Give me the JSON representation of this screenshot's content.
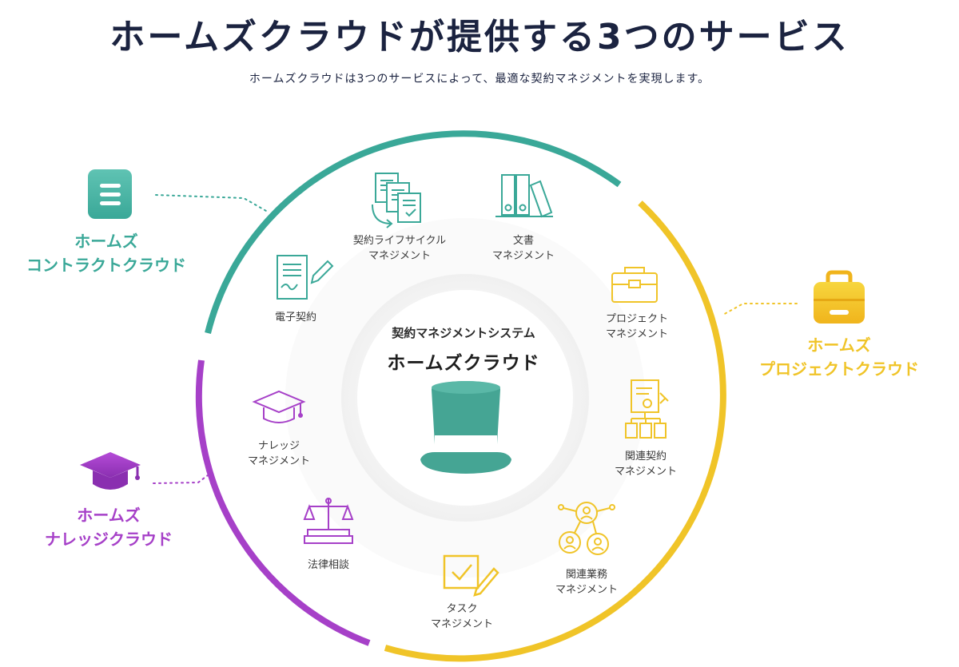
{
  "title": "ホームズクラウドが提供する3つのサービス",
  "subtitle": "ホームズクラウドは3つのサービスによって、最適な契約マネジメントを実現します。",
  "center": {
    "subtitle": "契約マネジメントシステム",
    "name": "ホームズクラウド",
    "icon": "top-hat-icon"
  },
  "clouds": {
    "contract": {
      "line1": "ホームズ",
      "line2": "コントラクトクラウド",
      "color": "#3aa898",
      "icon": "document-icon"
    },
    "project": {
      "line1": "ホームズ",
      "line2": "プロジェクトクラウド",
      "color": "#f0c428",
      "icon": "briefcase-icon"
    },
    "knowledge": {
      "line1": "ホームズ",
      "line2": "ナレッジクラウド",
      "color": "#a640c8",
      "icon": "graduation-cap-icon"
    }
  },
  "services": {
    "lifecycle": {
      "line1": "契約ライフサイクル",
      "line2": "マネジメント",
      "icon": "documents-cycle-icon"
    },
    "documents": {
      "line1": "文書",
      "line2": "マネジメント",
      "icon": "binders-icon"
    },
    "esign": {
      "line1": "電子契約",
      "icon": "signature-pen-icon"
    },
    "project": {
      "line1": "プロジェクト",
      "line2": "マネジメント",
      "icon": "briefcase-icon"
    },
    "related_contract": {
      "line1": "関連契約",
      "line2": "マネジメント",
      "icon": "contract-tree-icon"
    },
    "related_business": {
      "line1": "関連業務",
      "line2": "マネジメント",
      "icon": "people-network-icon"
    },
    "task": {
      "line1": "タスク",
      "line2": "マネジメント",
      "icon": "checkbox-pencil-icon"
    },
    "legal": {
      "line1": "法律相談",
      "icon": "scales-icon"
    },
    "knowledge": {
      "line1": "ナレッジ",
      "line2": "マネジメント",
      "icon": "graduation-cap-icon"
    }
  }
}
